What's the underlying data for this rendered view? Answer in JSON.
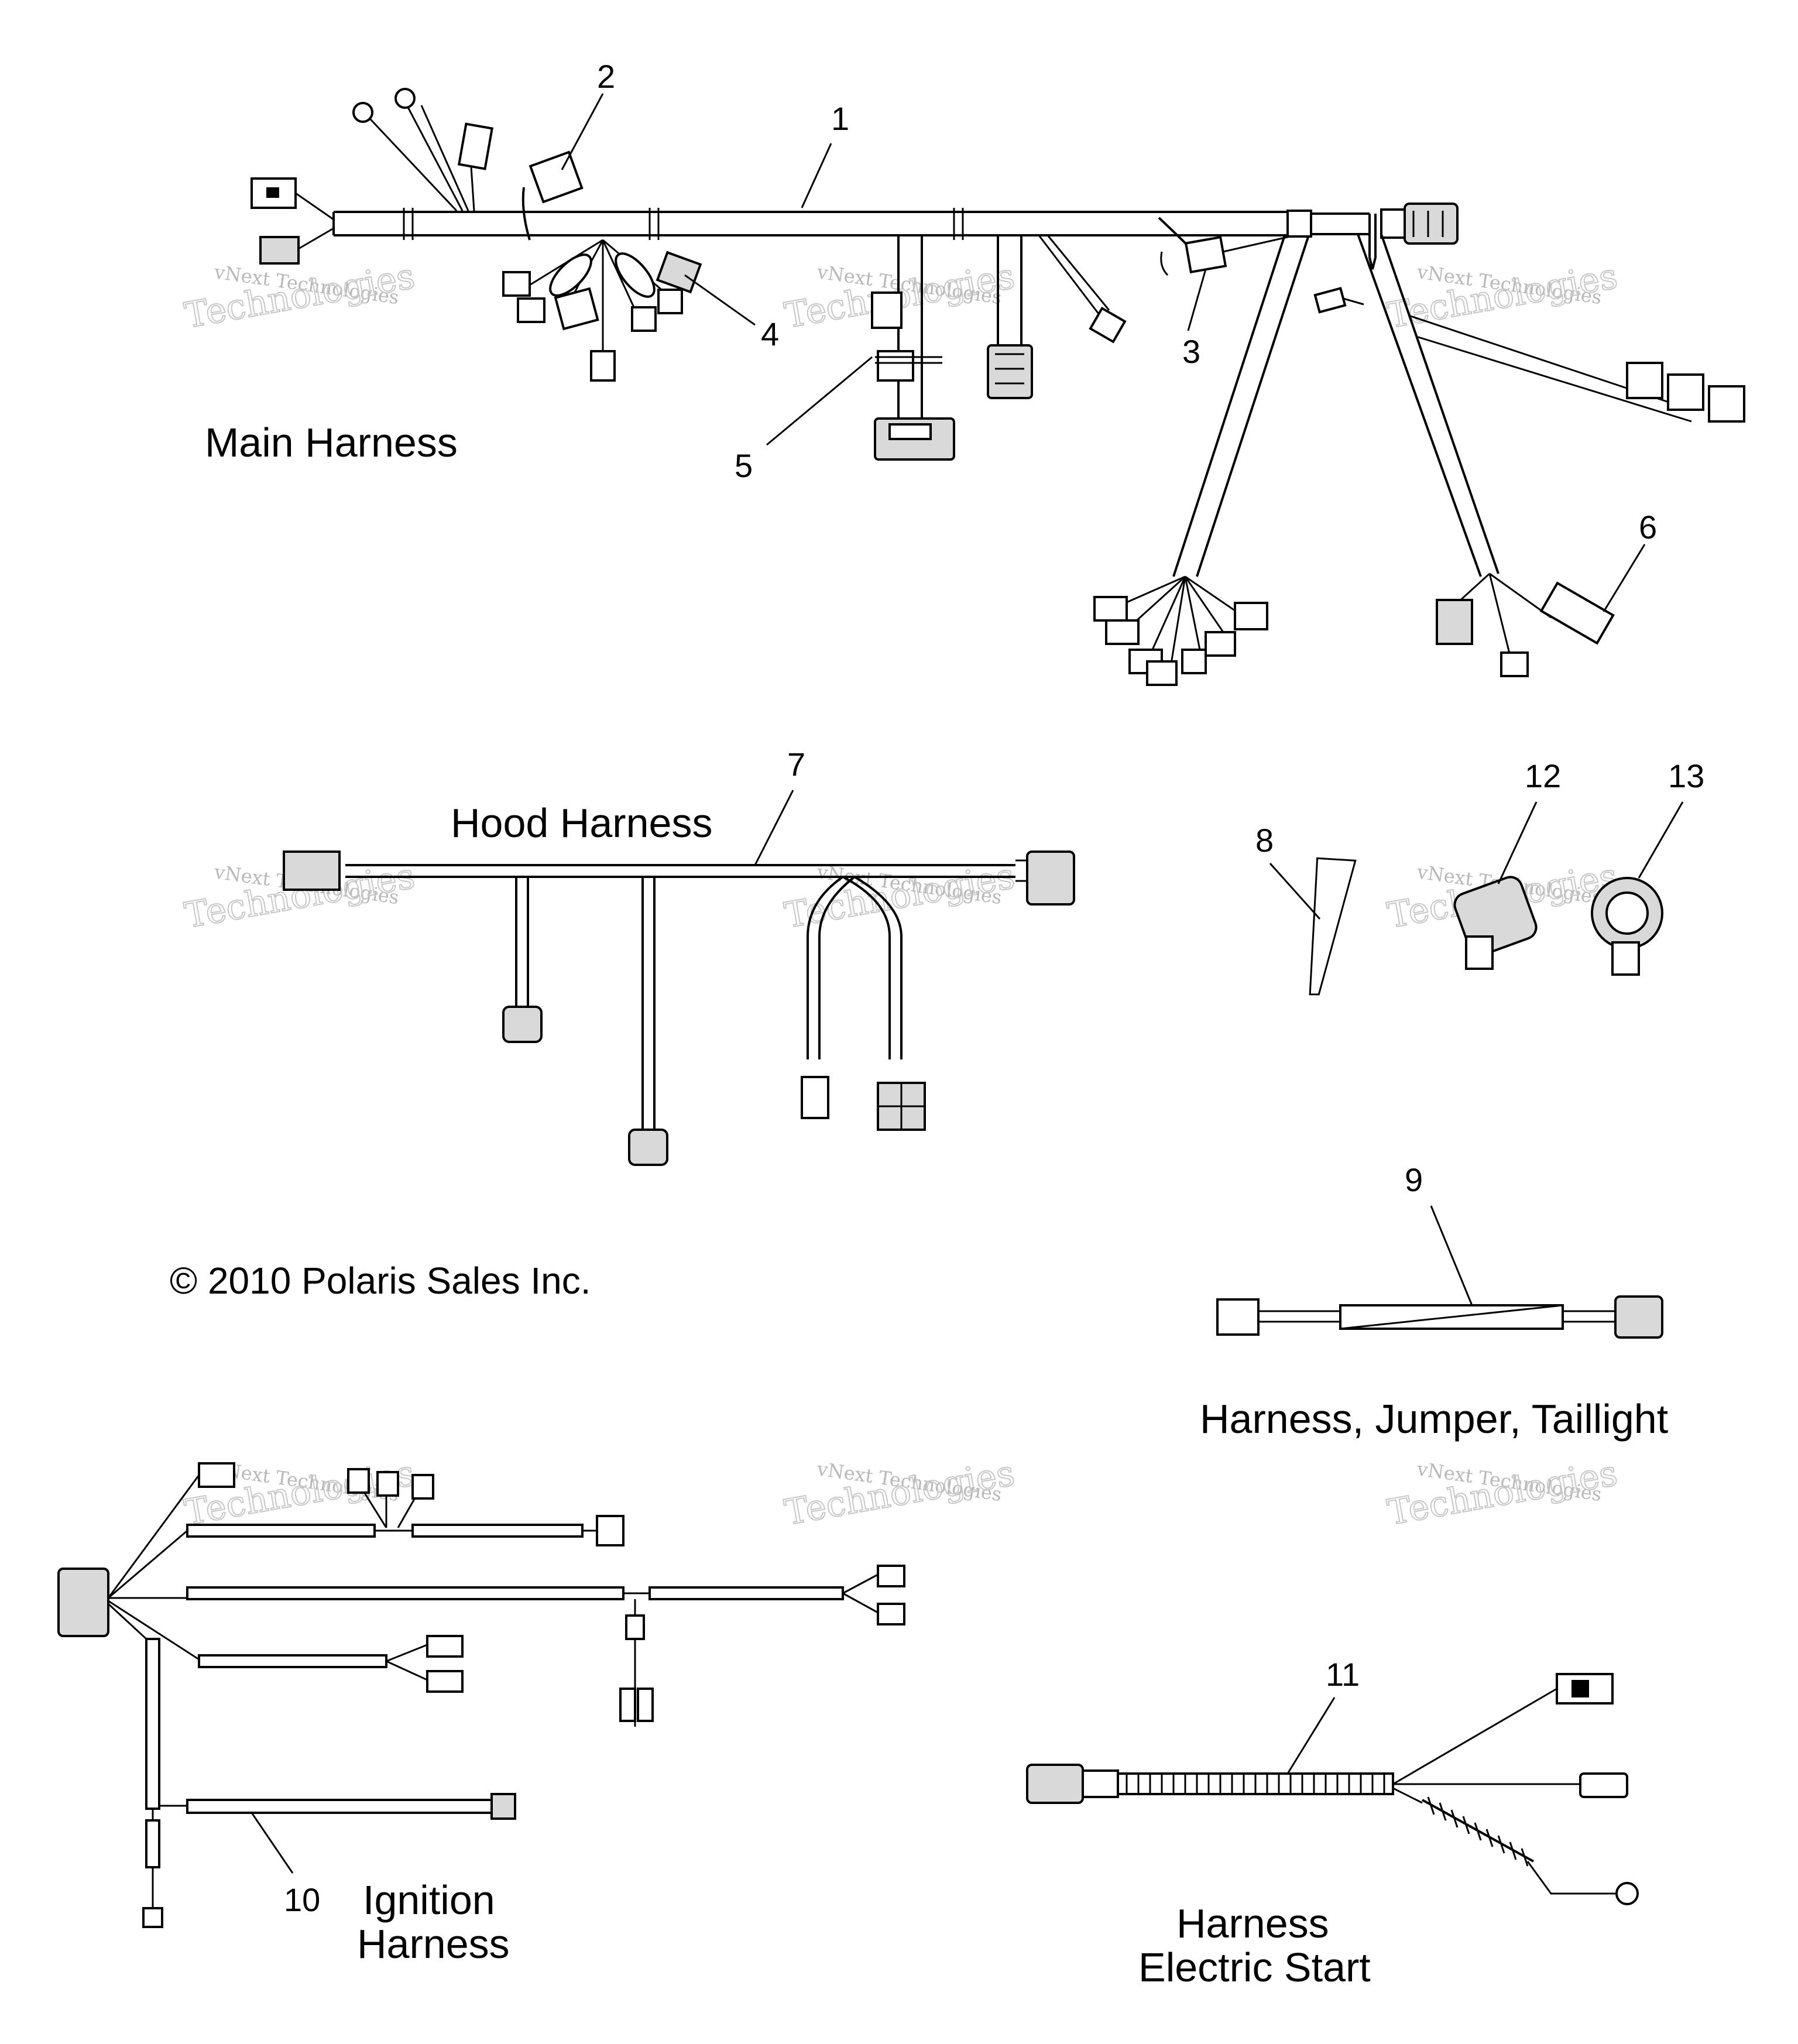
{
  "titles": {
    "main": "Main Harness",
    "hood": "Hood Harness",
    "jumper": "Harness, Jumper, Taillight",
    "ignition_1": "Ignition",
    "ignition_2": "Harness",
    "estart_1": "Harness",
    "estart_2": "Electric Start"
  },
  "copyright": "© 2010 Polaris Sales Inc.",
  "callouts": [
    "1",
    "2",
    "3",
    "4",
    "5",
    "6",
    "7",
    "8",
    "9",
    "10",
    "11",
    "12",
    "13"
  ],
  "watermark": {
    "line1": "vNext Technologies",
    "line2": "Technologies"
  }
}
